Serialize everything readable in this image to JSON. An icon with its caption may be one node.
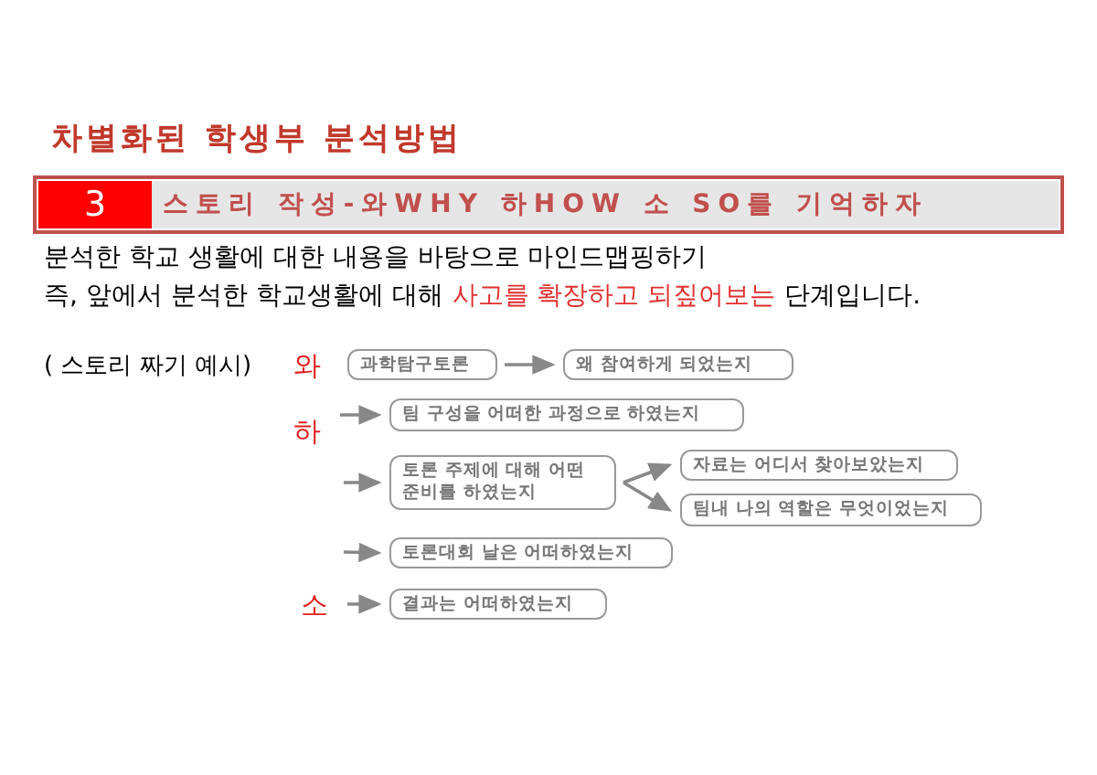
{
  "diagram": {
    "title": "차별화된 학생부 분석방법",
    "nodes": [
      {
        "text": [
          "와"
        ]
      },
      {
        "text": [
          "과학탐구토론"
        ]
      },
      {
        "text": [
          "왜 참여하게 되었는지"
        ]
      },
      {
        "text": [
          "하"
        ]
      },
      {
        "text": [
          "팀 구성을 어떠한 과정으로 하였는지"
        ]
      },
      {
        "text": [
          "토론 주제에 대해 어떤 준비를 하였는지"
        ]
      },
      {
        "text": [
          "자료는 어디서 찾아보았는지"
        ]
      },
      {
        "text": [
          "팀내 나의 역할은 무엇이었는지"
        ]
      },
      {
        "text": [
          "토론대회 날은 어떠하였는지"
        ]
      },
      {
        "text": [
          "소"
        ]
      },
      {
        "text": [
          "결과는 어떠하였는지"
        ]
      }
    ],
    "edges": [
      {
        "from": 1,
        "to": 2,
        "arrow": "to"
      },
      {
        "from": 3,
        "to": 4,
        "arrow": "to"
      },
      {
        "from": null,
        "to": 5,
        "arrow": "to"
      },
      {
        "from": 5,
        "to": 6,
        "arrow": "to"
      },
      {
        "from": 5,
        "to": 7,
        "arrow": "to"
      },
      {
        "from": null,
        "to": 8,
        "arrow": "to"
      },
      {
        "from": 9,
        "to": 10,
        "arrow": "to"
      }
    ],
    "labels": [
      "3",
      "스토리 작성-와WHY 하HOW 소 SO를 기억하자",
      "분석한 학교 생활에 대한 내용을 바탕으로 마인드맵핑하기",
      "즉, 앞에서 분석한 학교생활에 대해",
      "사고를 확장하고 되짚어보는",
      "단계입니다.",
      "( 스토리 짜기 예시)"
    ]
  }
}
